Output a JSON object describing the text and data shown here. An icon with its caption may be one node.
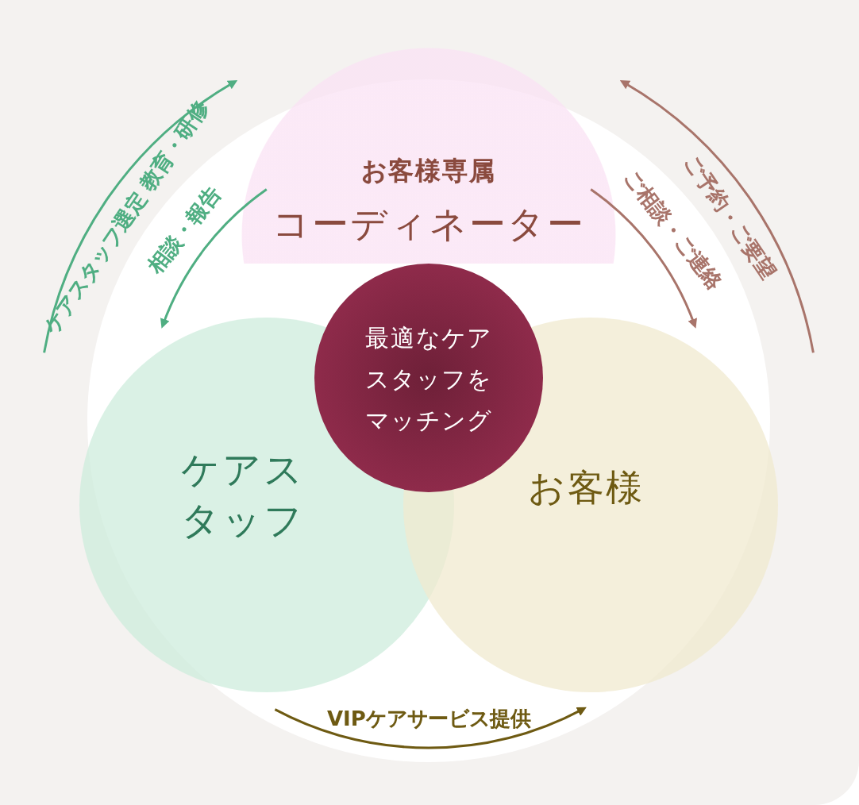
{
  "diagram": {
    "nodes": [
      {
        "text": [
          "お客様専属",
          "コーディネーター"
        ]
      },
      {
        "text": [
          "最適なケアスタッフをマッチング"
        ]
      },
      {
        "text": [
          "ケアスタッフ"
        ]
      },
      {
        "text": [
          "お客様"
        ]
      }
    ],
    "edges": [
      {
        "from": 2,
        "to": 0,
        "arrow": "to",
        "label": "ケアスタッフ選定 教育・研修",
        "color": "#4fae82"
      },
      {
        "from": 0,
        "to": 2,
        "arrow": "to",
        "label": "相談・報告",
        "color": "#4fae82"
      },
      {
        "from": 3,
        "to": 0,
        "arrow": "to",
        "label": "ご予約・ご要望",
        "color": "#a8746a"
      },
      {
        "from": 0,
        "to": 3,
        "arrow": "to",
        "label": "ご相談・ご連絡",
        "color": "#a8746a"
      },
      {
        "from": 2,
        "to": 3,
        "arrow": "to",
        "label": "VIPケアサービス提供",
        "color": "#6e5a12"
      }
    ]
  }
}
